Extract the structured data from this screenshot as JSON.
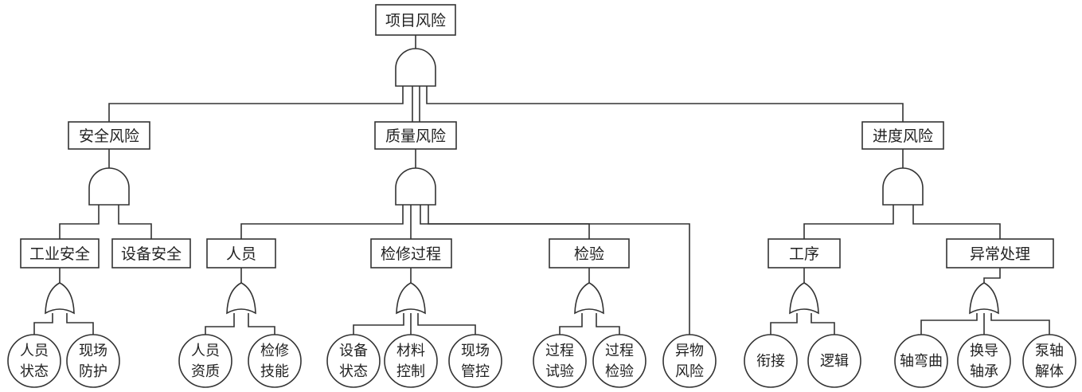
{
  "top": {
    "label": "项目风险"
  },
  "level1": {
    "safety": "安全风险",
    "quality": "质量风险",
    "schedule": "进度风险"
  },
  "level2": {
    "industrial_safety": "工业安全",
    "equipment_safety": "设备安全",
    "personnel": "人员",
    "maintenance_process": "检修过程",
    "inspection": "检验",
    "procedure": "工序",
    "exception_handling": "异常处理"
  },
  "events": {
    "e1": [
      "人员",
      "状态"
    ],
    "e2": [
      "现场",
      "防护"
    ],
    "e3": [
      "人员",
      "资质"
    ],
    "e4": [
      "检修",
      "技能"
    ],
    "e5": [
      "设备",
      "状态"
    ],
    "e6": [
      "材料",
      "控制"
    ],
    "e7": [
      "现场",
      "管控"
    ],
    "e8": [
      "过程",
      "试验"
    ],
    "e9": [
      "过程",
      "检验"
    ],
    "e10": [
      "异物",
      "风险"
    ],
    "e11": [
      "衔接"
    ],
    "e12": [
      "逻辑"
    ],
    "e13": [
      "轴弯曲"
    ],
    "e14": [
      "换导",
      "轴承"
    ],
    "e15": [
      "泵轴",
      "解体"
    ]
  },
  "colors": {
    "line": "#333333",
    "background": "#ffffff"
  }
}
